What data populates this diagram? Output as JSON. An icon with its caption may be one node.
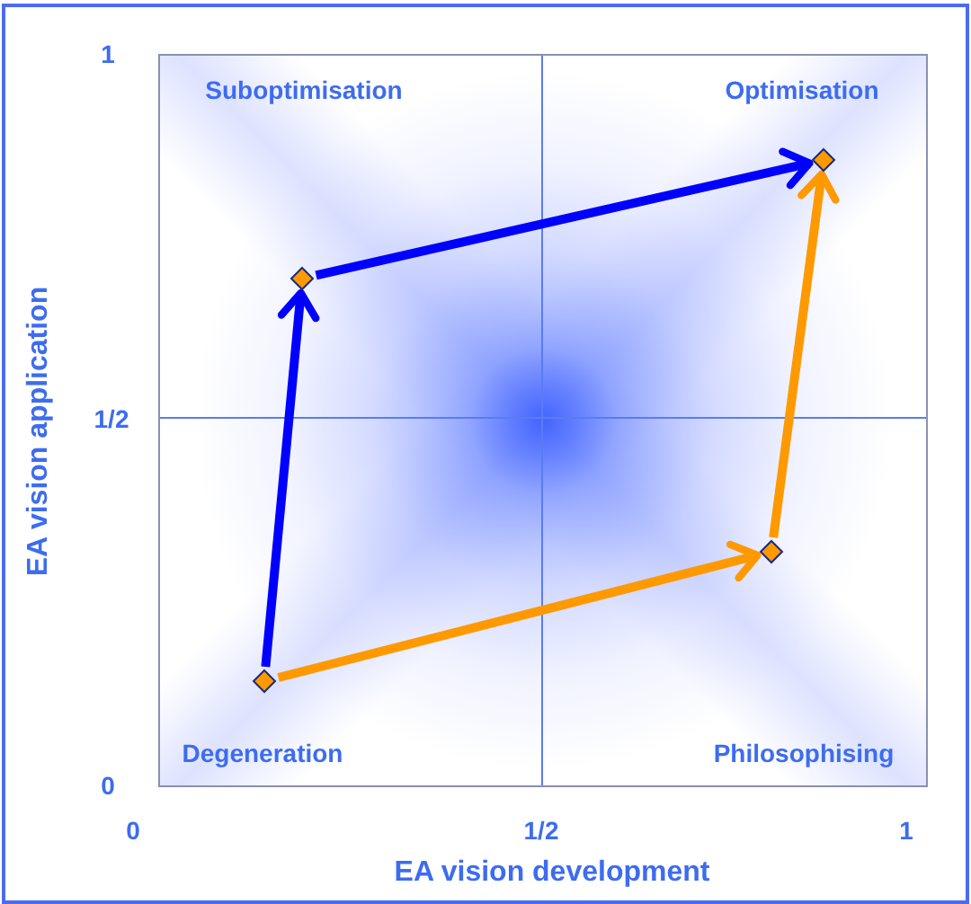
{
  "diagram": {
    "nodes": [
      {
        "text": [],
        "shape": "diamond"
      },
      {
        "text": [],
        "shape": "diamond"
      },
      {
        "text": [],
        "shape": "diamond"
      },
      {
        "text": [],
        "shape": "diamond"
      }
    ],
    "edges": [
      {
        "from": 0,
        "to": 1,
        "arrow": "to",
        "color": "#0000ff"
      },
      {
        "from": 1,
        "to": 3,
        "arrow": "to",
        "color": "#0000ff"
      },
      {
        "from": 0,
        "to": 2,
        "arrow": "to",
        "color": "#ff9900"
      },
      {
        "from": 2,
        "to": 3,
        "arrow": "to",
        "color": "#ff9900"
      }
    ],
    "labels": [
      "1",
      "Suboptimisation",
      "Optimisation",
      "EA vision application",
      "1/2",
      "Degeneration",
      "Philosophising",
      "0",
      "0",
      "1/2",
      "1",
      "EA vision development"
    ]
  }
}
